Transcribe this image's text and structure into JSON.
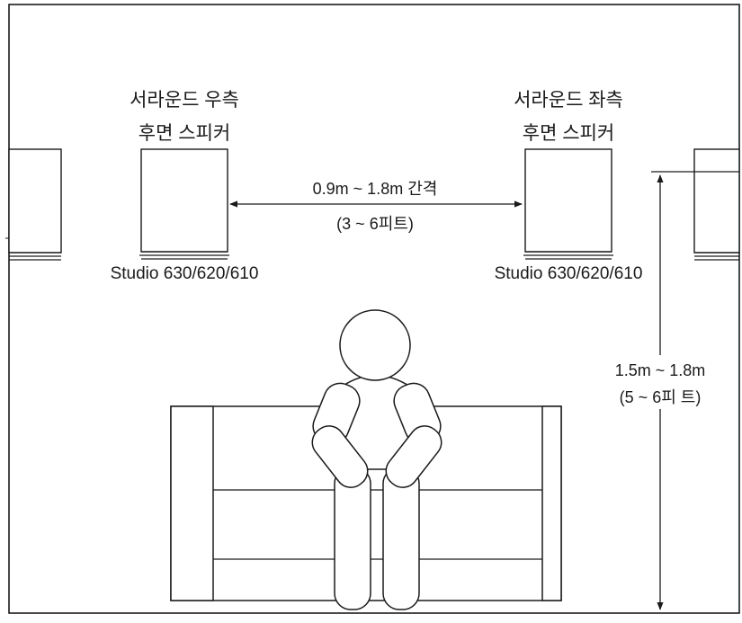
{
  "speakers": {
    "right": {
      "name_line1": "서라운드 우측",
      "name_line2": "후면 스피커",
      "model": "Studio 630/620/610"
    },
    "left": {
      "name_line1": "서라운드 좌측",
      "name_line2": "후면 스피커",
      "model": "Studio 630/620/610"
    }
  },
  "spacing": {
    "distance": "0.9m ~ 1.8m 간격",
    "distance_feet": "(3 ~ 6피트)"
  },
  "height": {
    "distance": "1.5m ~ 1.8m",
    "distance_feet": "(5 ~ 6피 트)"
  }
}
